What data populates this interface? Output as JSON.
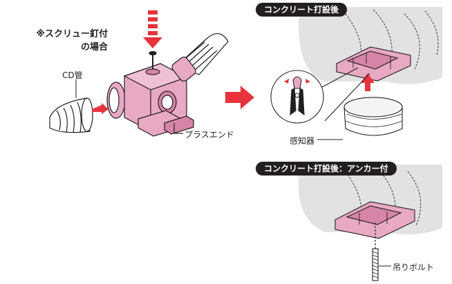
{
  "labels": {
    "screw_note_line1": "※スクリュー釘付",
    "screw_note_line2": "の場合",
    "cd_pipe": "CD管",
    "plus_end": "プラスエンド",
    "sensor": "感知器",
    "after_concrete": "コンクリート打設後",
    "after_concrete_anchor": "コンクリート打設後：アンカー付",
    "hanging_bolt": "吊りボルト"
  },
  "colors": {
    "box_pink": "#e8a9c4",
    "box_pink_dark": "#d684a8",
    "arrow_red": "#e8323c",
    "slab_gray": "#e2e2e2",
    "ink": "#231f20"
  },
  "icons": [
    "down-arrow-icon",
    "right-arrow-icon",
    "up-arrow-icon",
    "pliers-icon",
    "nail-icon"
  ]
}
